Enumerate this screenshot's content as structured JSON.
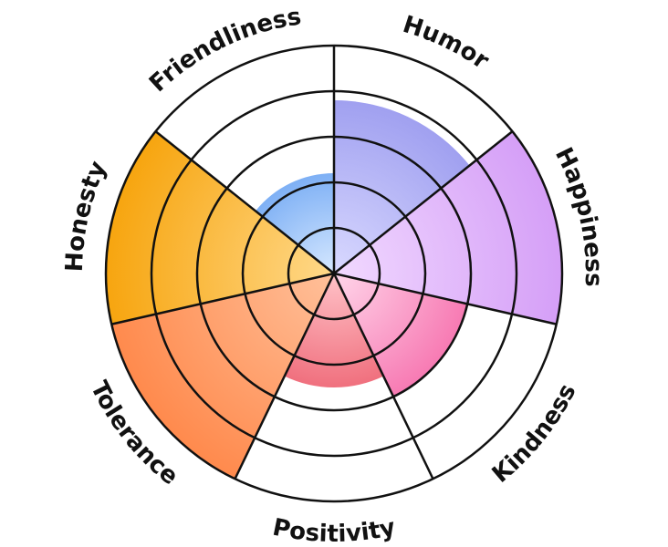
{
  "chart_data": {
    "type": "radial-bar",
    "max": 5,
    "series": [
      {
        "label": "Humor",
        "value": 3.8,
        "color_inner": "#d9d9ff",
        "color_outer": "#a0a0f0"
      },
      {
        "label": "Happiness",
        "value": 5.0,
        "color_inner": "#f1d9ff",
        "color_outer": "#d59ff7"
      },
      {
        "label": "Kindness",
        "value": 3.0,
        "color_inner": "#ffd6ea",
        "color_outer": "#f77ab3"
      },
      {
        "label": "Positivity",
        "value": 2.5,
        "color_inner": "#ffc2c8",
        "color_outer": "#f0707e"
      },
      {
        "label": "Tolerance",
        "value": 5.0,
        "color_inner": "#ffc09a",
        "color_outer": "#ff8a4d"
      },
      {
        "label": "Honesty",
        "value": 5.0,
        "color_inner": "#ffd98a",
        "color_outer": "#f7a50f"
      },
      {
        "label": "Friendliness",
        "value": 2.2,
        "color_inner": "#d6e8ff",
        "color_outer": "#7eb0f5"
      }
    ]
  }
}
